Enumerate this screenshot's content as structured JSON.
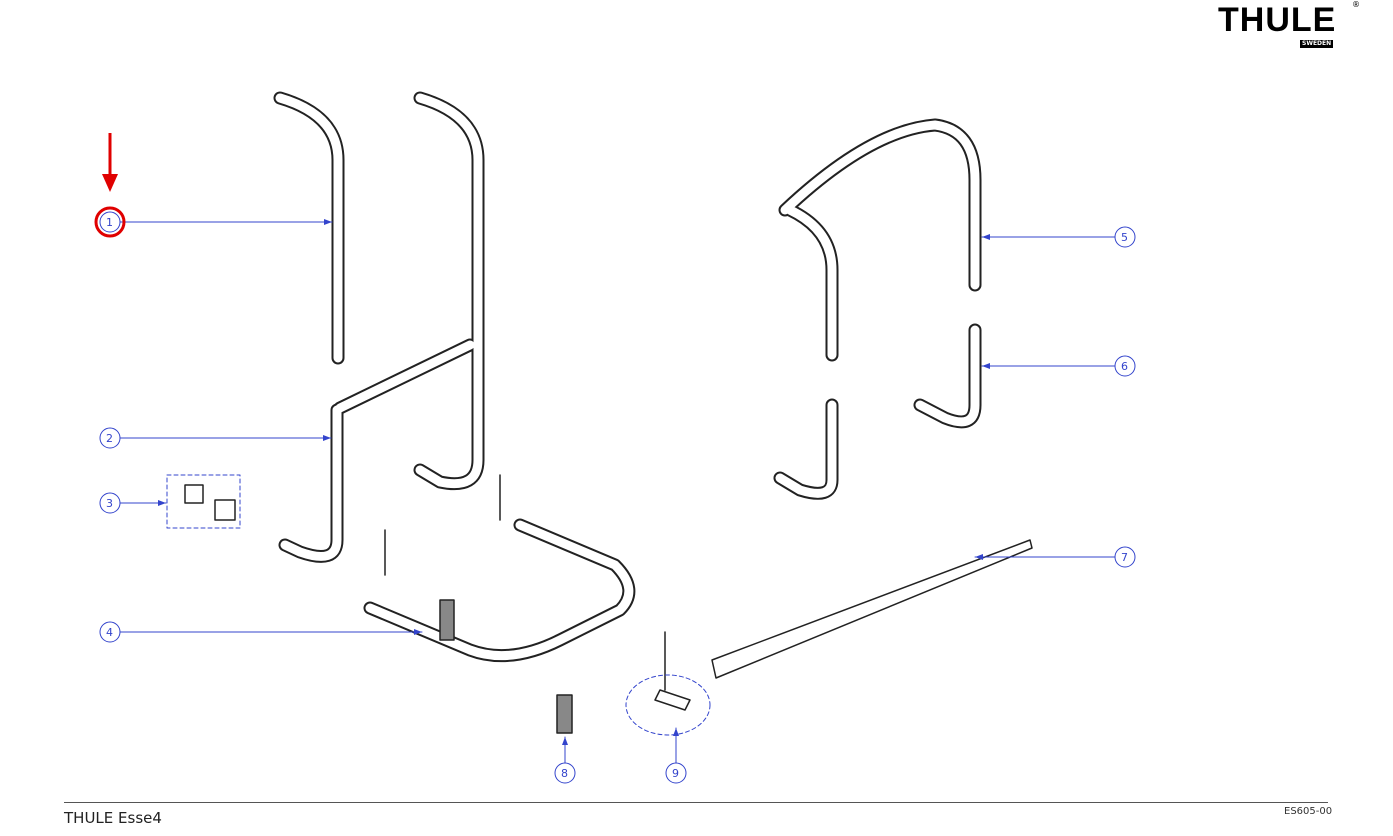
{
  "header": {
    "logo_text": "THULE",
    "logo_sub": "SWEDEN",
    "logo_reg": "®"
  },
  "diagram": {
    "callouts": [
      "1",
      "2",
      "3",
      "4",
      "5",
      "6",
      "7",
      "8",
      "9"
    ],
    "highlighted_callout": "1",
    "callout_color": "#3344cc",
    "highlight_color": "#e00000"
  },
  "footer": {
    "title": "THULE Esse4",
    "code": "ES605-00"
  }
}
